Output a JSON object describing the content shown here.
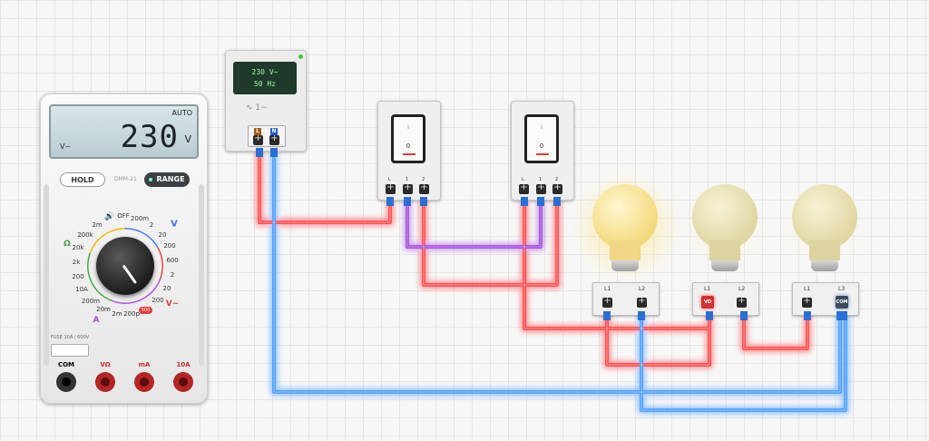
{
  "multimeter": {
    "display_reading": "230",
    "display_unit": "V",
    "display_mode": "V~",
    "auto_label": "AUTO",
    "hold_label": "HOLD",
    "model_label": "DMM-21",
    "range_label": "RANGE",
    "dial_labels": [
      "OFF",
      "200m",
      "2",
      "20",
      "200",
      "600",
      "2",
      "20",
      "200",
      "200m",
      "20m",
      "2m",
      "200p",
      "2m",
      "200k",
      "20k",
      "2k",
      "200",
      "10A",
      "V",
      "Ω",
      "A",
      "500",
      "V~",
      "V"
    ],
    "fuse_label": "FUSE 10A / 600V",
    "jacks": [
      {
        "label": "COM",
        "color": "#222222"
      },
      {
        "label": "VΩ",
        "color": "#cc2a2a"
      },
      {
        "label": "mA",
        "color": "#cc2a2a"
      },
      {
        "label": "10A",
        "color": "#cc2a2a"
      }
    ]
  },
  "source": {
    "voltage": "230 V~",
    "frequency": "50 Hz",
    "wave_label": "1~",
    "terminal_l": "L",
    "terminal_n": "N"
  },
  "switches": [
    {
      "name": "switch-1",
      "off_label": "0",
      "on_label": "I",
      "terminal_labels": [
        "L",
        "1",
        "2"
      ]
    },
    {
      "name": "switch-2",
      "off_label": "0",
      "on_label": "I",
      "terminal_labels": [
        "L",
        "1",
        "2"
      ]
    }
  ],
  "lamps": [
    {
      "name": "lamp-1",
      "state": "on",
      "left_label": "L1",
      "right_label": "L2"
    },
    {
      "name": "lamp-2",
      "state": "off",
      "left_label": "L1",
      "right_label": "L2",
      "probe_label": "VΩ"
    },
    {
      "name": "lamp-3",
      "state": "off",
      "left_label": "L1",
      "right_label": "L3",
      "probe_label": "COM"
    }
  ],
  "colors": {
    "live_wire": "#ff2a2a",
    "neutral_wire": "#2a8cff",
    "traveler_wire": "#9b3bd6",
    "lamp_on": "#f3dc8a",
    "lamp_off": "#e3dcae"
  }
}
